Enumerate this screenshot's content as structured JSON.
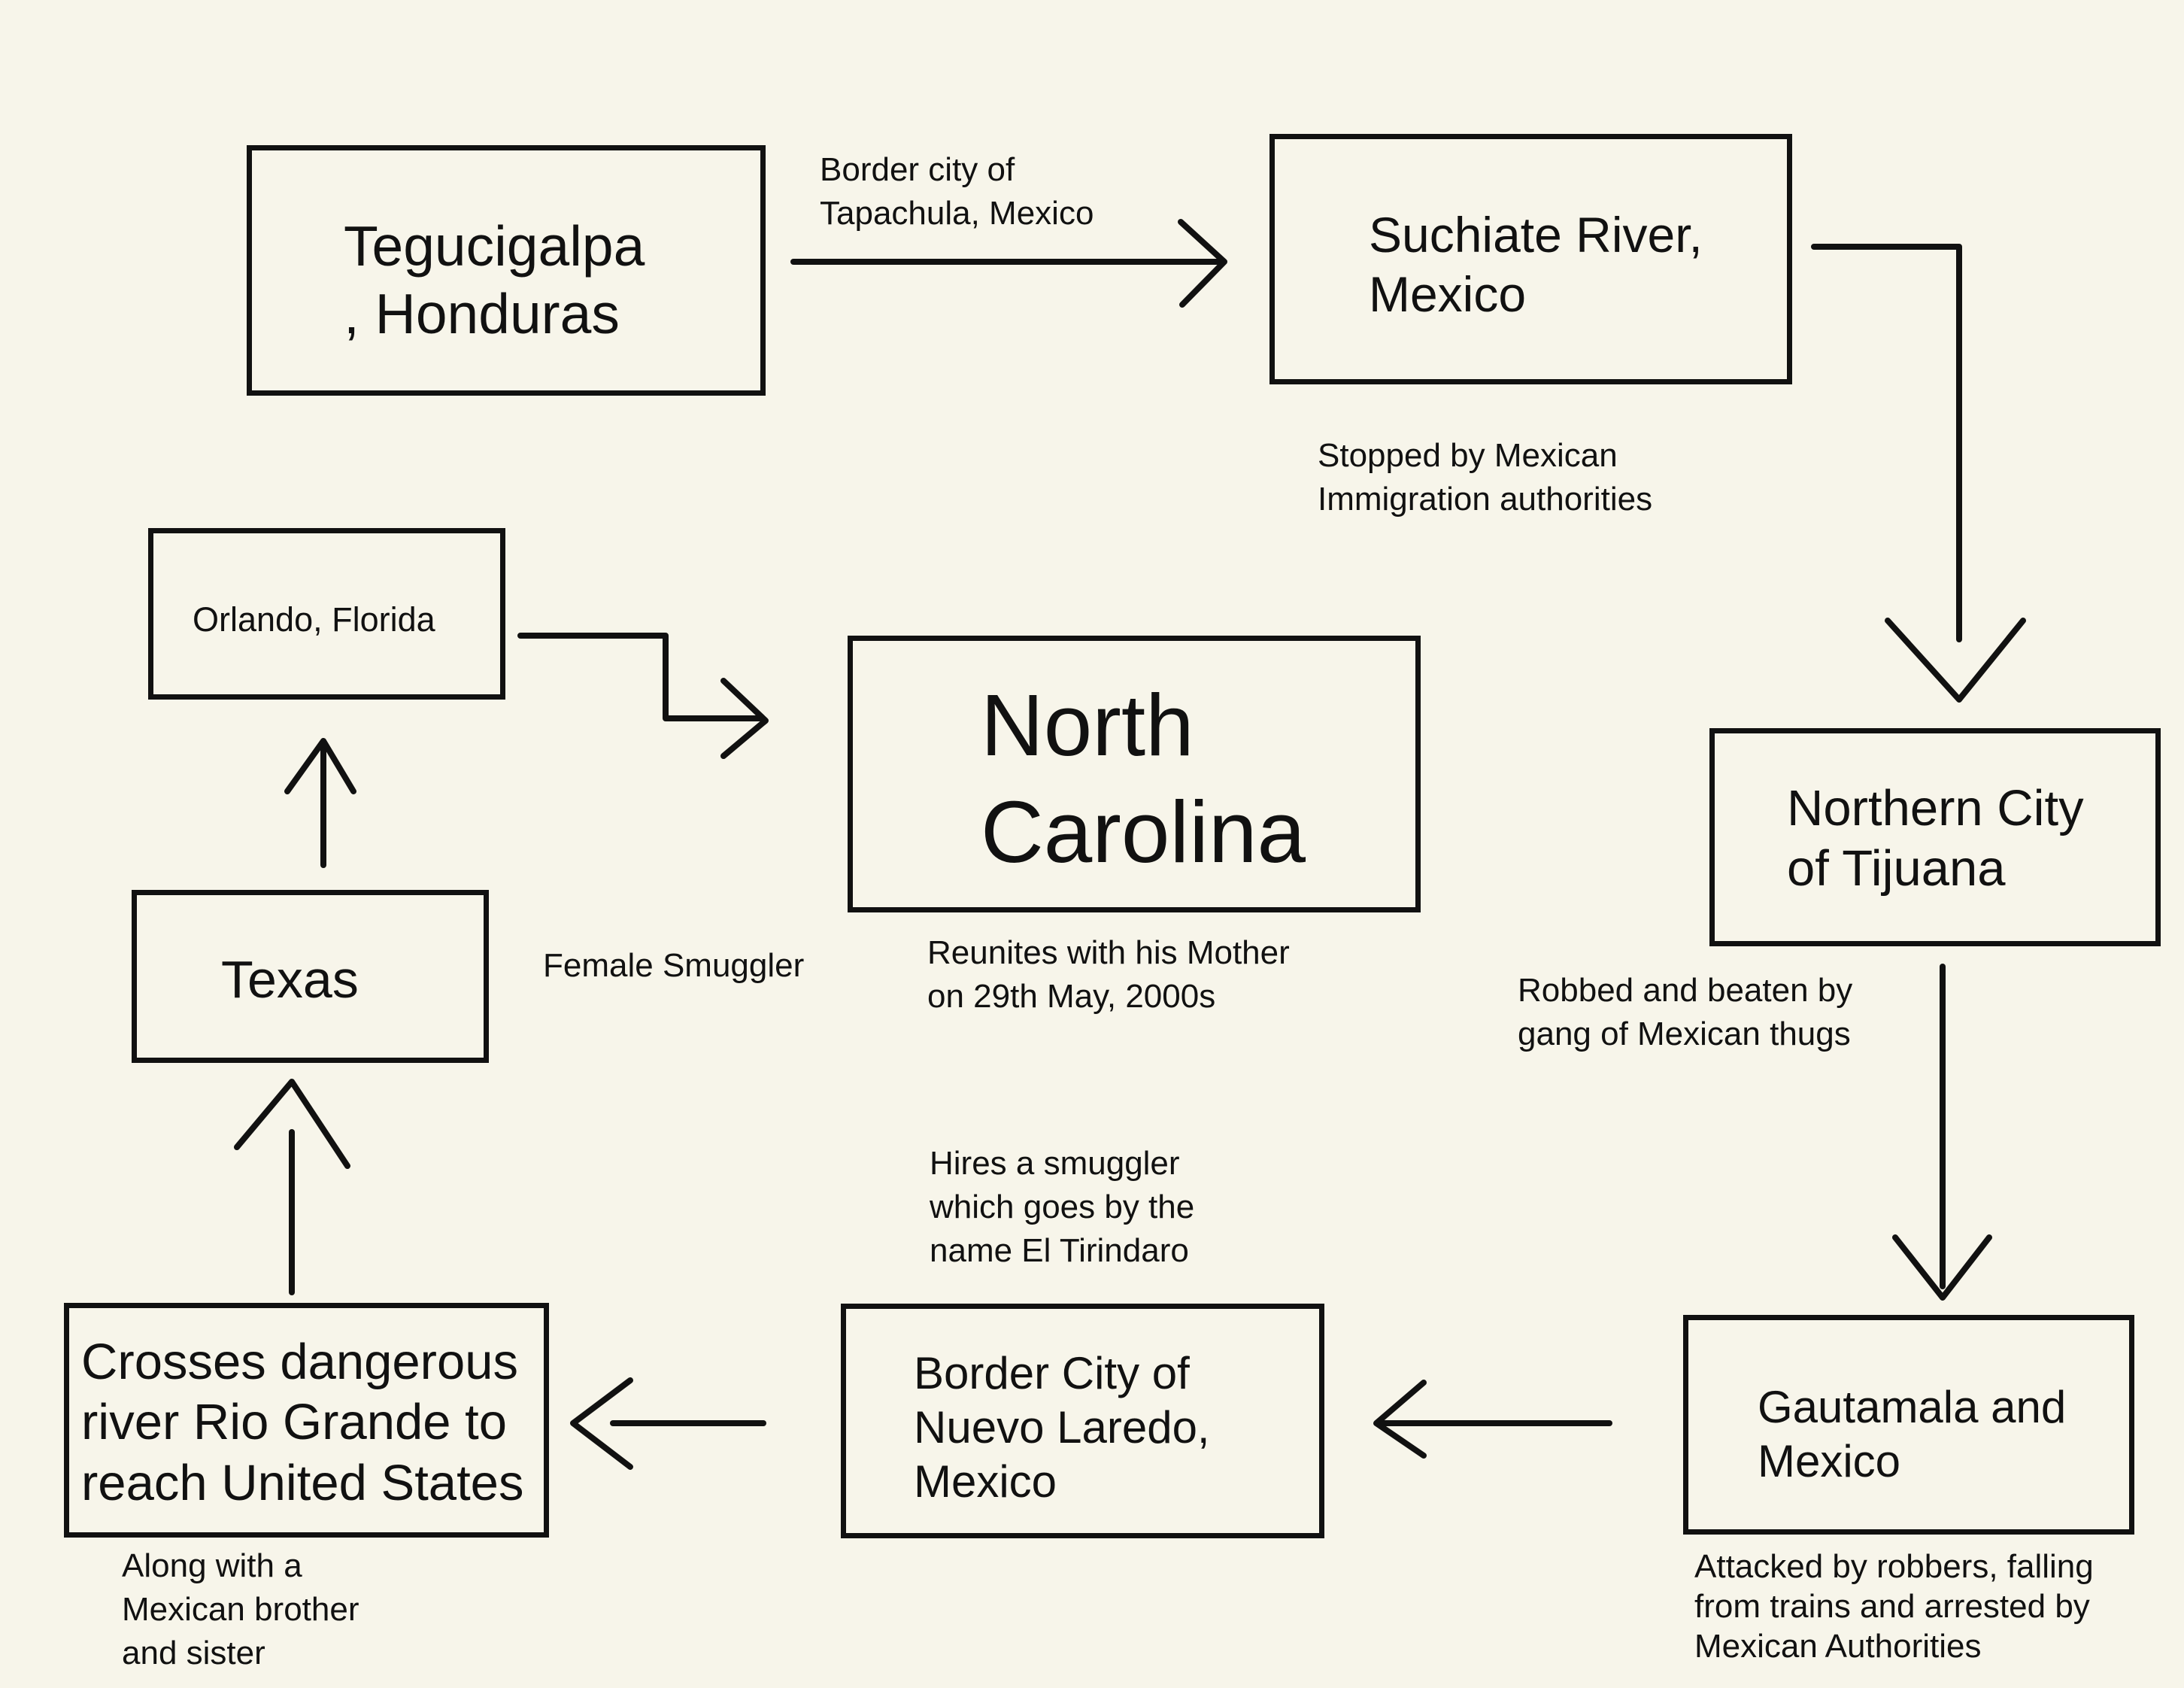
{
  "diagram": {
    "nodes": {
      "tegucigalpa": "Tegucigalpa\n, Honduras",
      "suchiate": "Suchiate River,\nMexico",
      "tijuana": "Northern City\nof Tijuana",
      "guatemala": "Gautamala and\nMexico",
      "nuevo_laredo": "Border City of\nNuevo Laredo,\nMexico",
      "rio_grande": "Crosses dangerous\nriver Rio Grande to\nreach United States",
      "texas": "Texas",
      "orlando": "Orlando, Florida",
      "north_carolina": "North\nCarolina"
    },
    "notes": {
      "tapachula": "Border city of\nTapachula, Mexico",
      "stopped": "Stopped by Mexican\nImmigration authorities",
      "robbed": "Robbed and beaten by\ngang of Mexican thugs",
      "attacked": "Attacked by robbers, falling\nfrom trains and arrested by\nMexican Authorities",
      "hires": "Hires a smuggler\nwhich goes by the\nname El Tirindaro",
      "along": "Along with a\nMexican brother\nand sister",
      "female_smuggler": "Female Smuggler",
      "reunites": "Reunites with his Mother\non 29th May, 2000s"
    },
    "colors": {
      "background": "#f7f5ea",
      "ink": "#111111"
    }
  }
}
